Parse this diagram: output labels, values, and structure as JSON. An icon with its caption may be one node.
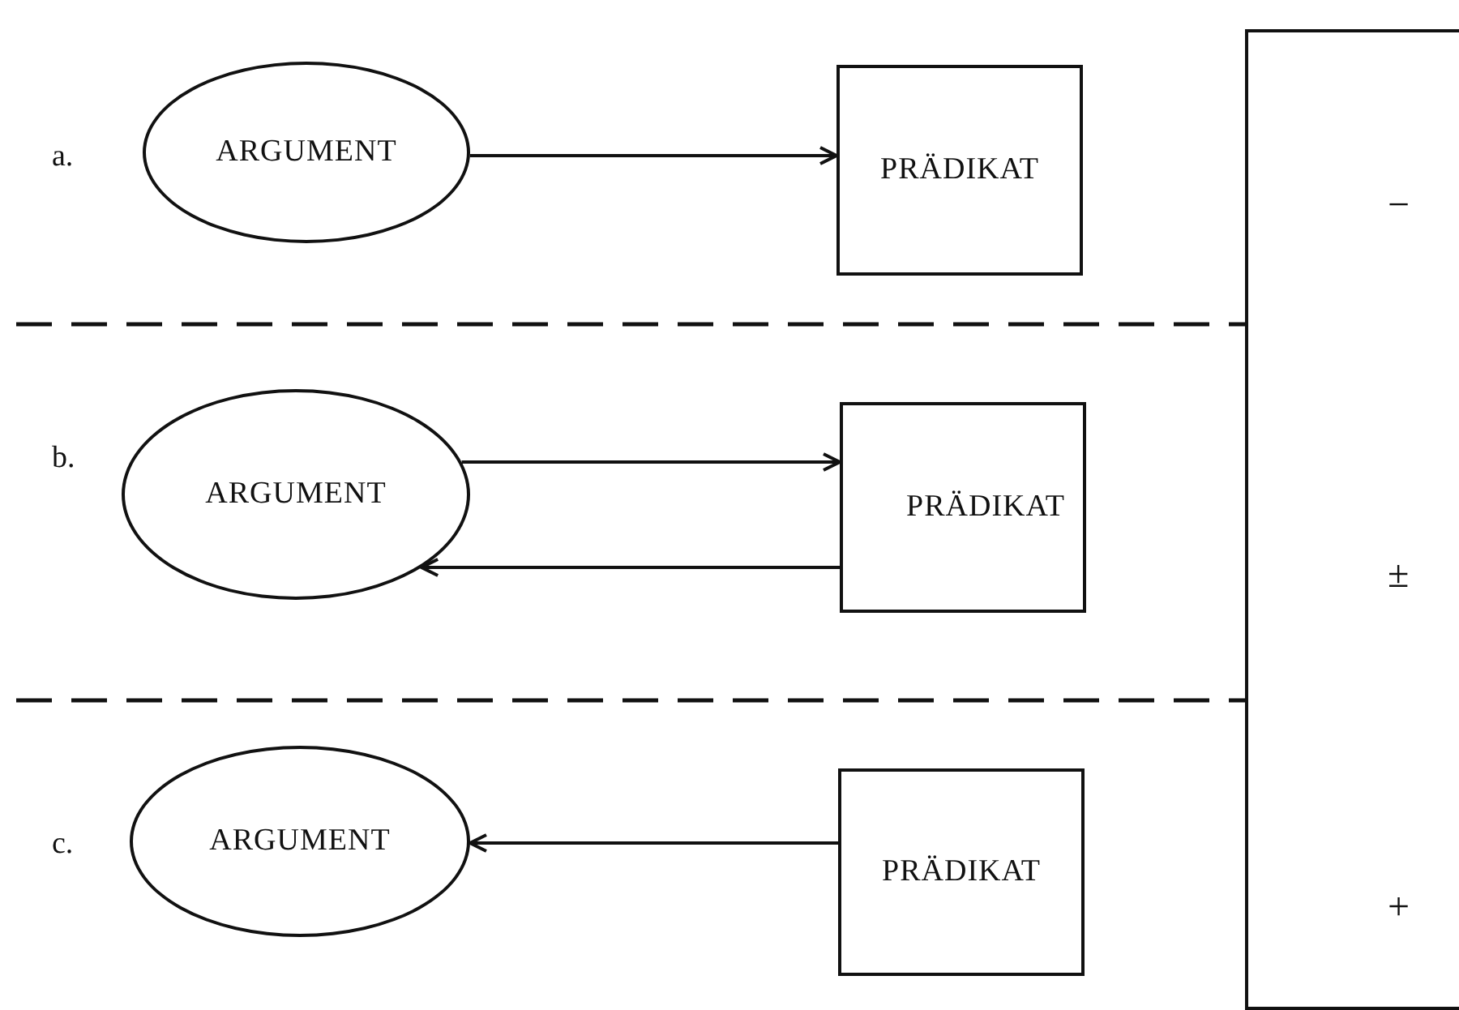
{
  "diagram": {
    "nodes": [
      {
        "text": [
          "ARGUMENT"
        ]
      },
      {
        "text": [
          "PRÄDIKAT"
        ]
      },
      {
        "text": [
          "ARGUMENT"
        ]
      },
      {
        "text": [
          "PRÄDIKAT"
        ]
      },
      {
        "text": [
          "ARGUMENT"
        ]
      },
      {
        "text": [
          "PRÄDIKAT"
        ]
      },
      {
        "text": [
          "−",
          "±",
          "+"
        ]
      }
    ],
    "edges": [
      {
        "from": 0,
        "to": 1,
        "arrow": "to"
      },
      {
        "from": 2,
        "to": 3,
        "arrow": "to"
      },
      {
        "from": 3,
        "to": 2,
        "arrow": "to"
      },
      {
        "from": 5,
        "to": 4,
        "arrow": "to"
      }
    ],
    "labels": [
      "a.",
      "b.",
      "c."
    ]
  }
}
